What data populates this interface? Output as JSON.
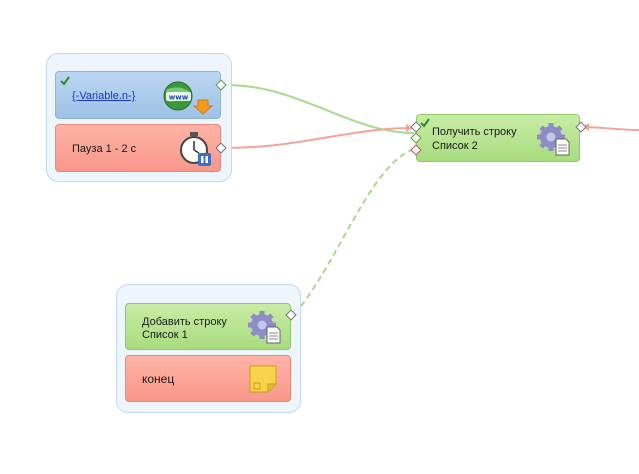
{
  "nodes": {
    "variable": {
      "label": "{-Variable.n-}",
      "icon": "globe-download-icon"
    },
    "pause": {
      "label": "Пауза 1 - 2 с",
      "icon": "stopwatch-pause-icon"
    },
    "get_line": {
      "line1": "Получить строку",
      "line2": "Список 2",
      "icon": "gear-document-icon"
    },
    "add_line": {
      "line1": "Добавить строку",
      "line2": "Список 1",
      "icon": "gear-document-icon"
    },
    "end": {
      "label": "конец",
      "icon": "sticky-note-icon"
    }
  },
  "colors": {
    "success_link": "#a9d98a",
    "next_link": "#f4a39a",
    "error_link": "#a9d98a"
  }
}
